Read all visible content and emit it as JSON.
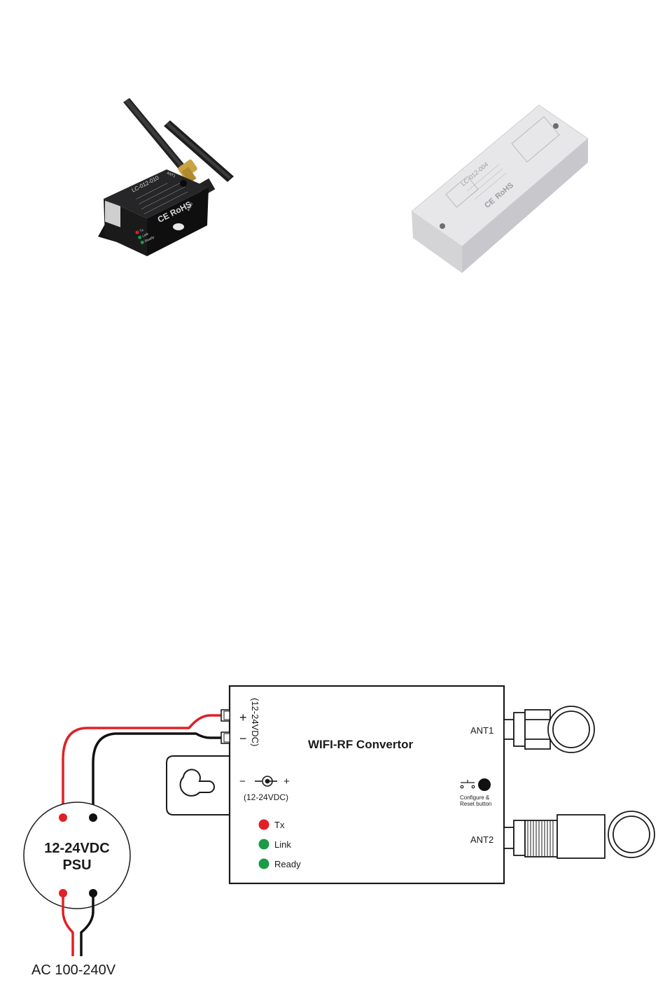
{
  "photo_left": {
    "model": "LC-012-010",
    "ant_label": "ANT1",
    "ant2_label": "ANT2",
    "rohs": "RoHS",
    "ce": "CE",
    "led_tx": "Tx",
    "led_link": "Link",
    "led_ready": "Ready"
  },
  "photo_right": {
    "model": "LC-012-004",
    "rohs": "RoHS",
    "ce": "CE"
  },
  "diagram": {
    "device_title": "WIFI-RF Convertor",
    "terminal_voltage": "(12-24VDC)",
    "terminal_plus": "+",
    "terminal_minus": "−",
    "jack_voltage": "(12-24VDC)",
    "jack_minus": "−",
    "jack_plus": "+",
    "led_tx": "Tx",
    "led_link": "Link",
    "led_ready": "Ready",
    "button_label_1": "Configure &",
    "button_label_2": "Reset button",
    "ant1": "ANT1",
    "ant2": "ANT2",
    "psu_line1": "12-24VDC",
    "psu_line2": "PSU",
    "ac_label": "AC 100-240V"
  },
  "colors": {
    "wire_red": "#e02026",
    "wire_black": "#111111",
    "led_red": "#e02026",
    "led_green": "#1a9a46",
    "device_black": "#1b1b1d",
    "device_grey": "#e6e6e8"
  }
}
